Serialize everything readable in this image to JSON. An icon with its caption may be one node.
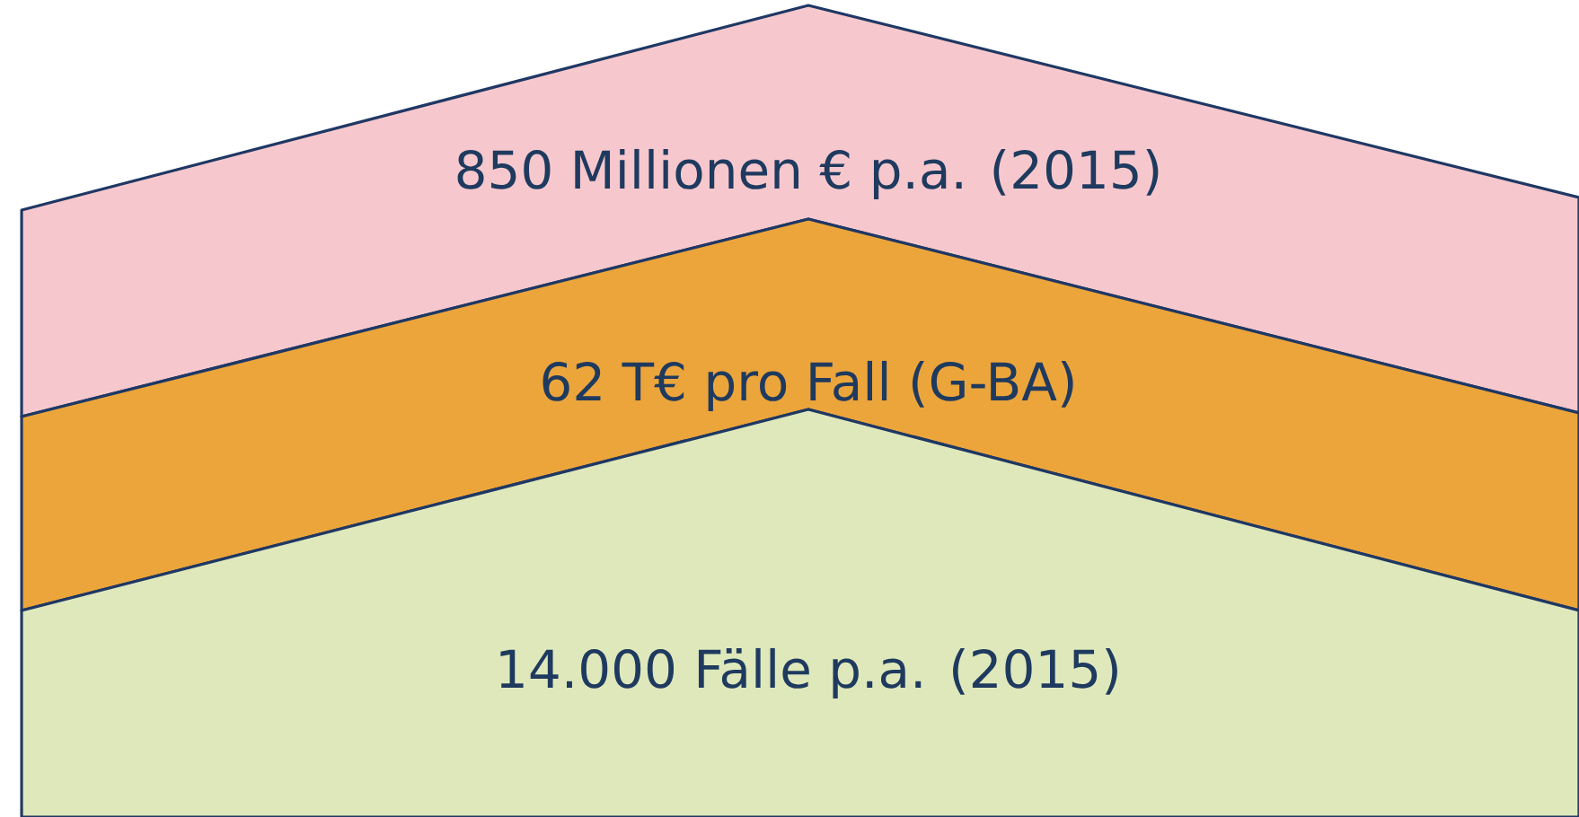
{
  "diagram": {
    "nodes": [
      {
        "text": [
          "850 Millionen € p.a. (2015)"
        ]
      },
      {
        "text": [
          "62 T€ pro Fall (G-BA)"
        ]
      },
      {
        "text": [
          "14.000 Fälle p.a. (2015)"
        ]
      }
    ]
  }
}
